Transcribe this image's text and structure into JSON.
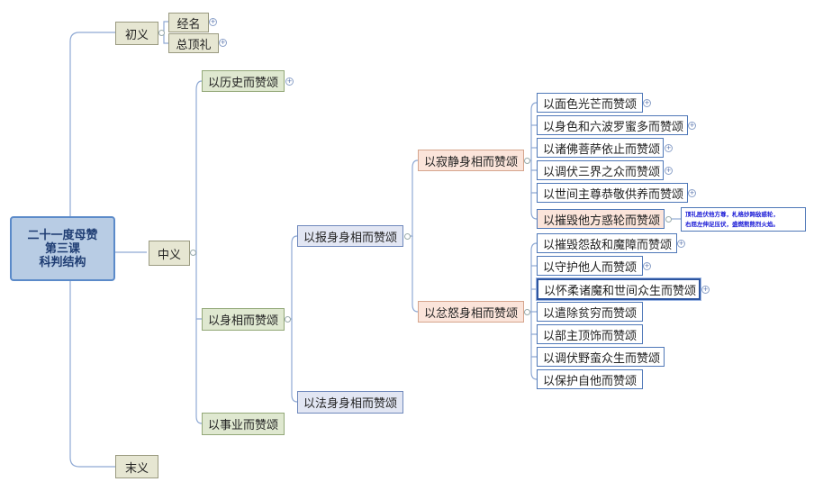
{
  "root": {
    "line1": "二十一度母赞",
    "line2": "第三课",
    "line3": "科判结构"
  },
  "sections": {
    "intro": "初义",
    "body": "中义",
    "end": "末义"
  },
  "intro_children": [
    "经名",
    "总顶礼"
  ],
  "body_children": [
    "以历史而赞颂",
    "以身相而赞颂",
    "以事业而赞颂"
  ],
  "body_sub": [
    "以报身身相而赞颂",
    "以法身身相而赞颂"
  ],
  "sambhoga_sub": [
    "以寂静身相而赞颂",
    "以忿怒身相而赞颂"
  ],
  "peaceful_items": [
    "以面色光芒而赞颂",
    "以身色和六波罗蜜多而赞颂",
    "以诸佛菩萨依止而赞颂",
    "以调伏三界之众而赞颂",
    "以世间主尊恭敬供养而赞颂",
    "以摧毁他方惑轮而赞颂"
  ],
  "wrathful_items": [
    "以摧毁怨敌和魔障而赞颂",
    "以守护他人而赞颂",
    "以怀柔诸魔和世间众生而赞颂",
    "以遣除贫穷而赞颂",
    "以部主顶饰而赞颂",
    "以调伏野蛮众生而赞颂",
    "以保护自他而赞颂"
  ],
  "note": {
    "line1": "顶礼胜伏他方尊，札格妙跨敌惑轮，",
    "line2": "右屈左伸足压伏，盛燃熊熊烈火焰。"
  },
  "colors": {
    "root_fill": "#b8cce4",
    "connector": "#8fa9d4",
    "leaf_border": "#4f78b8"
  },
  "icons": [
    "expand-icon",
    "collapse-icon"
  ]
}
